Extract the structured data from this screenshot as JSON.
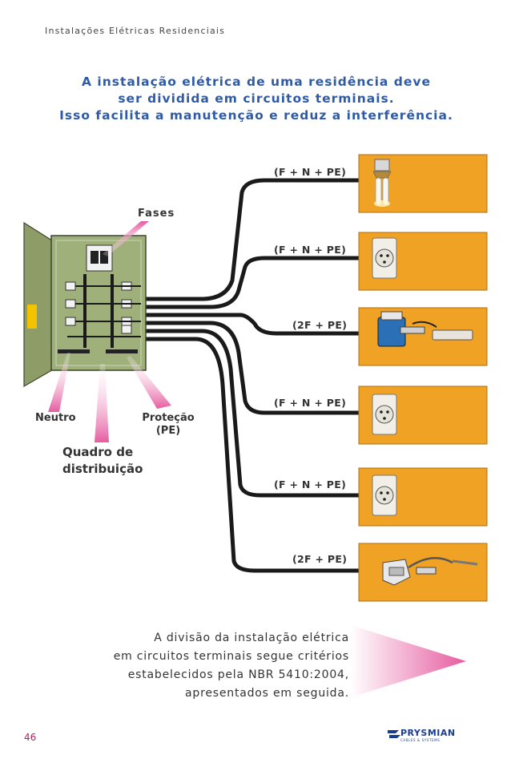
{
  "header": {
    "title": "Instalações Elétricas Residenciais"
  },
  "headline": {
    "line1": "A instalação elétrica de uma residência deve",
    "line2": "ser dividida em circuitos terminais.",
    "line3": "Isso facilita a manutenção e reduz a interferência."
  },
  "diagram": {
    "labels": {
      "fases": "Fases",
      "neutro": "Neutro",
      "protecao_line1": "Proteção",
      "protecao_line2": "(PE)",
      "quadro_line1": "Quadro de",
      "quadro_line2": "distribuição"
    },
    "circuits": [
      {
        "label": "(F + N + PE)",
        "load": "lamp-icon"
      },
      {
        "label": "(F + N + PE)",
        "load": "outlet-icon"
      },
      {
        "label": "(2F + PE)",
        "load": "shower-heater-icon"
      },
      {
        "label": "(F + N + PE)",
        "load": "outlet-icon"
      },
      {
        "label": "(F + N + PE)",
        "load": "outlet-icon"
      },
      {
        "label": "(2F + PE)",
        "load": "tap-heater-icon"
      }
    ],
    "colors": {
      "panel_bg": "#f0a224",
      "box": "#9fb07a",
      "wire": "#1a1a1a",
      "pink": "#e65ca0"
    }
  },
  "bottom_text": {
    "line1": "A divisão da instalação elétrica",
    "line2": "em circuitos terminais segue critérios",
    "line3": "estabelecidos pela NBR 5410:2004,",
    "line4": "apresentados em seguida."
  },
  "footer": {
    "page_number": "46",
    "brand": "PRYSMIAN",
    "brand_tag": "CABLES & SYSTEMS"
  }
}
